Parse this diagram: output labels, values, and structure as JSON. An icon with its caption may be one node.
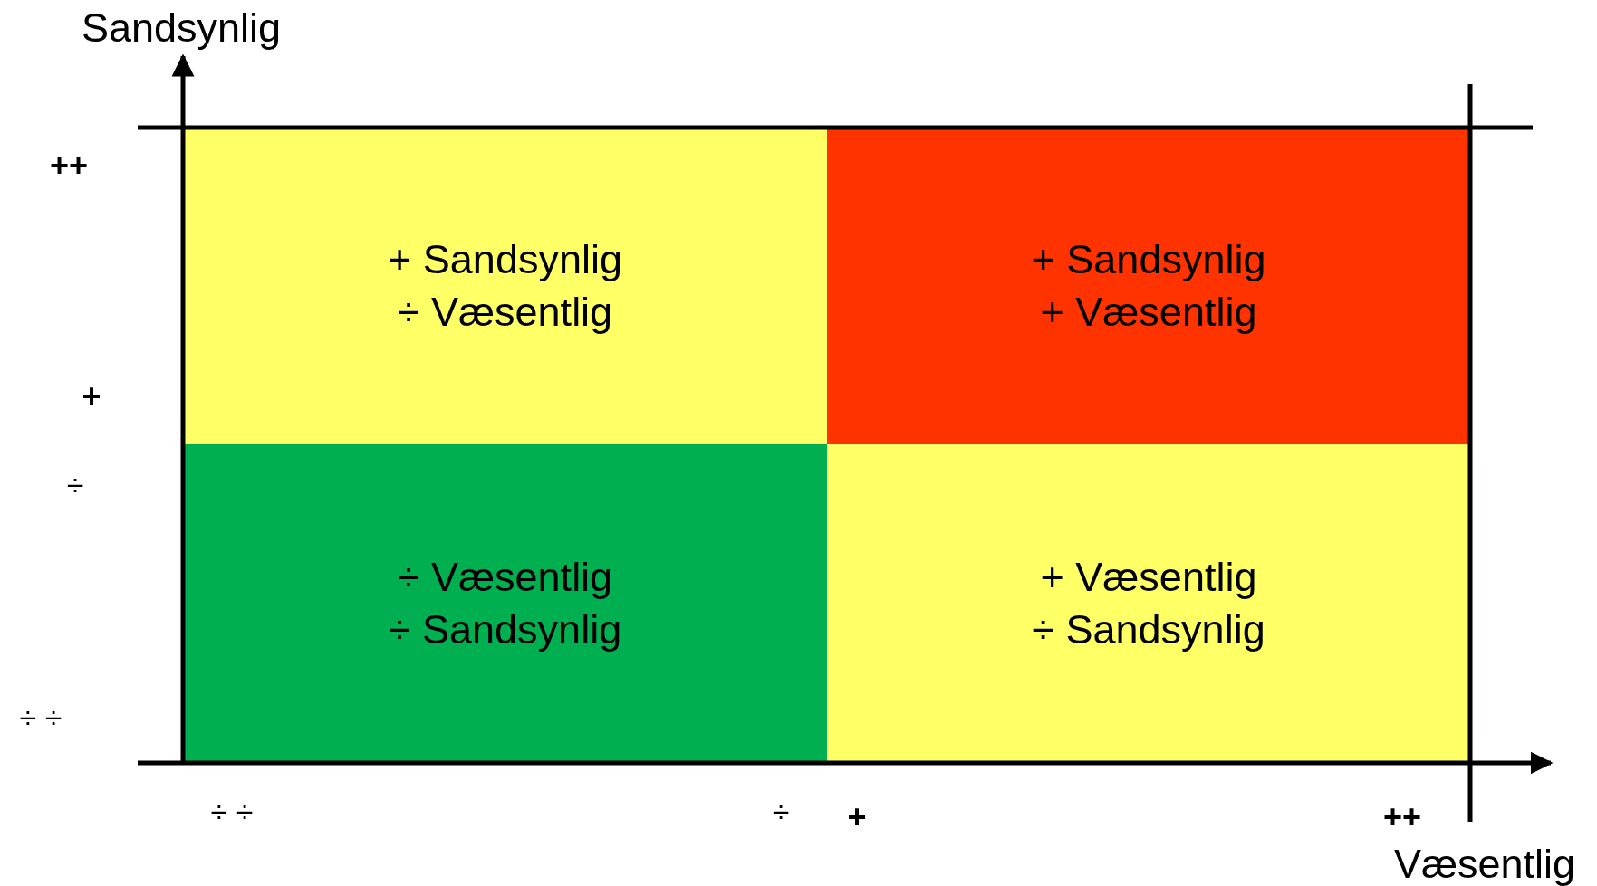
{
  "diagram": {
    "nodes": [
      {
        "text": [
          "+ Sandsynlig",
          "÷ Væsentlig"
        ]
      },
      {
        "text": [
          "+ Sandsynlig",
          "+ Væsentlig"
        ]
      },
      {
        "text": [
          "÷ Væsentlig",
          "÷ Sandsynlig"
        ]
      },
      {
        "text": [
          "+ Væsentlig",
          "÷ Sandsynlig"
        ]
      }
    ],
    "edges": [],
    "labels": [
      "Sandsynlig",
      "++",
      "+",
      "÷",
      "÷ ÷",
      "÷ ÷",
      "÷",
      "+",
      "++",
      "Væsentlig"
    ]
  }
}
